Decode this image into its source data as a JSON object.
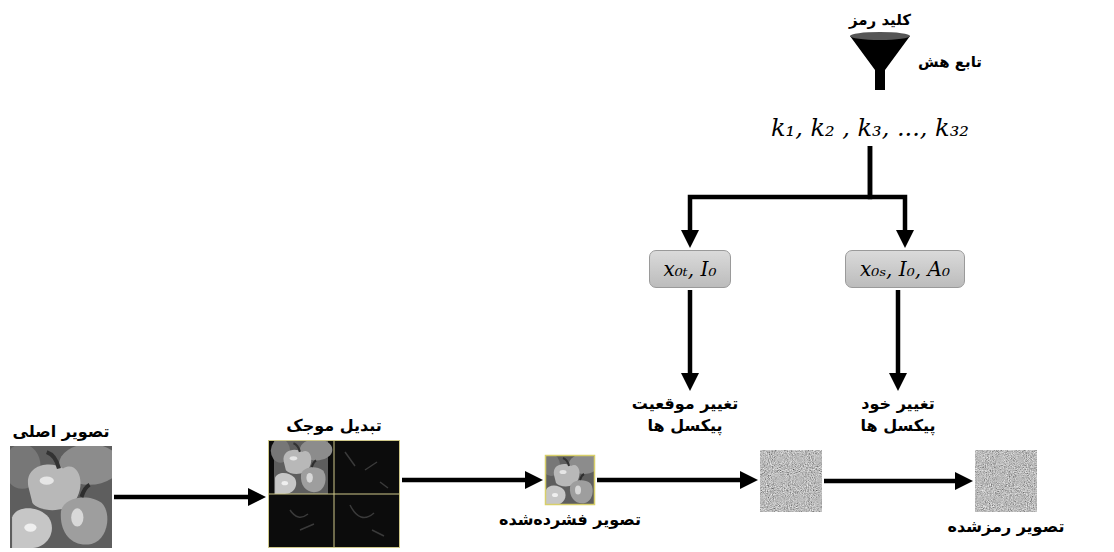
{
  "diagram": {
    "nodes": [
      {
        "text": [
          "کلید رمز",
          "تابع هش"
        ]
      },
      {
        "text": [
          "k₁, k₂ , k₃, ..., k₃₂"
        ]
      },
      {
        "text": [
          "x₀ₜ, I₀"
        ]
      },
      {
        "text": [
          "x₀ₛ, I₀, A₀"
        ]
      },
      {
        "text": [
          "تصویر اصلی"
        ]
      },
      {
        "text": [
          "تبدیل موجک"
        ]
      },
      {
        "text": [
          "تصویر فشرده‌شده"
        ]
      },
      {
        "text": []
      },
      {
        "text": [
          "تصویر رمزشده"
        ]
      },
      {
        "text": [
          "تغییر موقعیت پیکسل ها"
        ]
      },
      {
        "text": [
          "تغییر خود پیکسل ها"
        ]
      }
    ],
    "edges": [
      {
        "from": 1,
        "to": 2,
        "arrow": "to"
      },
      {
        "from": 1,
        "to": 3,
        "arrow": "to"
      },
      {
        "from": 4,
        "to": 5,
        "arrow": "to"
      },
      {
        "from": 5,
        "to": 6,
        "arrow": "to"
      },
      {
        "from": 6,
        "to": 7,
        "arrow": "to"
      },
      {
        "from": 7,
        "to": 8,
        "arrow": "to"
      },
      {
        "from": 2,
        "to": 9,
        "arrow": "to"
      },
      {
        "from": 3,
        "to": 10,
        "arrow": "to"
      }
    ]
  }
}
